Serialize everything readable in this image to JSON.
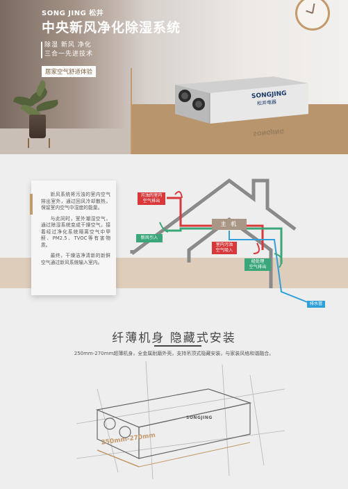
{
  "hero": {
    "brand": "SONG JING 松井",
    "title": "中央新风净化除湿系统",
    "sub_line1": "除湿 新风 净化",
    "sub_line2": "三合一先进技术",
    "tag": "居家空气舒适体验",
    "unit_brand": "SONGJING",
    "unit_brand_cn": "松井电器",
    "unit_reflection": "SONGJING"
  },
  "diagram": {
    "card_paragraphs": [
      "新风系统将污浊的室内空气排出室外，通过回风冷却散热，保留室内空气中湿度的能量。",
      "与此同时，室外潮湿空气，通过除湿系统变成干燥空气，接着经过净化系统隔离空气中甲醛、PM2.5、TVOC等有害物质。",
      "最终，干燥洁净清新的新鲜空气通过新风系统输入室内。"
    ],
    "label_exhaust_line1": "污浊的室内",
    "label_exhaust_line2": "空气排出",
    "label_fresh_in": "新风引入",
    "label_host": "主 机",
    "label_indoor_in_line1": "室内污浊",
    "label_indoor_in_line2": "空气吸入",
    "label_processed_line1": "经处理",
    "label_processed_line2": "空气排出",
    "label_drain": "排水管"
  },
  "section2": {
    "heading": "纤薄机身  隐藏式安装",
    "description": "250mm-270mm超薄机身，全金属耐磨外壳，支持吊顶式隐藏安装，与家装风格和谐融合。",
    "size_label": "250mm-270mm",
    "sketch_brand": "SONGJING"
  },
  "colors": {
    "accent_wood": "#c49a6c",
    "red_label": "#d9383a",
    "green_label": "#3aa67a",
    "blue_label": "#2e9fd9",
    "house_gray": "#8a8a8a"
  }
}
